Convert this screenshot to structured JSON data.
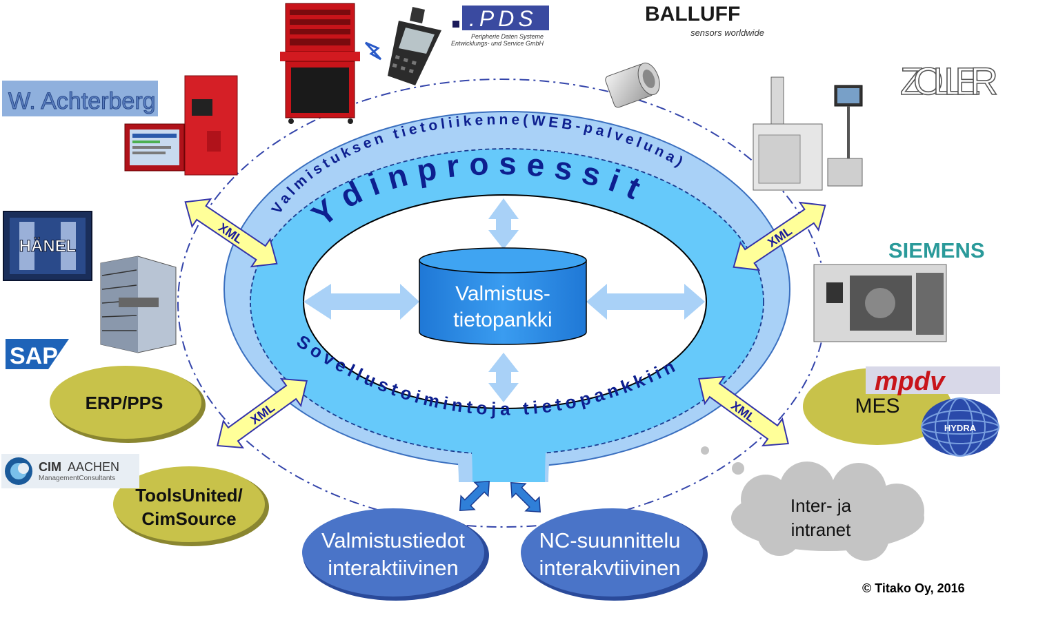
{
  "diagram": {
    "outer_ring_label": "Valmistuksen tietoliikenne(WEB-palveluna)",
    "inner_ring_label": "Ydinprosessit",
    "lower_ring_label": "Sovellustoimintoja tietopankkiin",
    "database": {
      "line1": "Valmistus-",
      "line2": "tietopankki"
    },
    "xml_label": "XML",
    "nodes": {
      "erp": "ERP/PPS",
      "tools": {
        "line1": "ToolsUnited/",
        "line2": "CimSource"
      },
      "mes": "MES",
      "valmistustiedot": {
        "line1": "Valmistustiedot",
        "line2": "interaktiivinen"
      },
      "nc": {
        "line1": "NC-suunnittelu",
        "line2": "interakvtiivinen"
      },
      "cloud": {
        "line1": "Inter- ja",
        "line2": "intranet"
      }
    },
    "copyright": "© Titako Oy, 2016"
  },
  "logos": {
    "pds": {
      "name": ".PDS",
      "line1": "Peripherie Daten Systeme",
      "line2": "Entwicklungs- und Service GmbH"
    },
    "balluff": {
      "name": "BALLUFF",
      "tagline": "sensors worldwide"
    },
    "zoller": "ZOLLER",
    "achterberg": "W. Achterberg",
    "hanel": "HÄNEL",
    "sap": "SAP",
    "siemens": "SIEMENS",
    "mpdv": "mpdv",
    "hydra": "HYDRA",
    "cim": {
      "name1": "CIM",
      "name2": "AACHEN",
      "sub": "ManagementConsultants"
    }
  },
  "colors": {
    "outer_ring": "#A9D1F7",
    "inner_ring": "#66C9FA",
    "ring_text": "#0D1F8F",
    "database": "#2A8BE6",
    "blue_node": "#4A74C8",
    "olive_node": "#C8C24A",
    "xml_arrow": "#FFFF99",
    "cloud": "#C4C4C4"
  }
}
